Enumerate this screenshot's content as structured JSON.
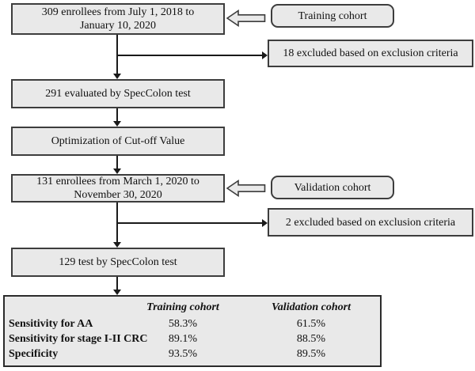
{
  "diagram": {
    "training_box": {
      "line1": "309 enrollees from July 1, 2018 to",
      "line2": "January 10, 2020"
    },
    "training_cohort_label": "Training cohort",
    "training_excluded": "18 excluded based on exclusion criteria",
    "evaluated_box": "291 evaluated by SpecColon test",
    "cutoff_box": "Optimization of Cut-off Value",
    "validation_box": {
      "line1": "131 enrollees from March 1, 2020 to",
      "line2": "November 30, 2020"
    },
    "validation_cohort_label": "Validation cohort",
    "validation_excluded": "2 excluded based on exclusion criteria",
    "test_box": "129 test by SpecColon test"
  },
  "results_table": {
    "columns": [
      "",
      "Training cohort",
      "Validation cohort"
    ],
    "rows": [
      {
        "label": "Sensitivity for AA",
        "training": "58.3%",
        "validation": "61.5%"
      },
      {
        "label": "Sensitivity for stage I-II CRC",
        "training": "89.1%",
        "validation": "88.5%"
      },
      {
        "label": "Specificity",
        "training": "93.5%",
        "validation": "89.5%"
      }
    ]
  },
  "colors": {
    "box_fill": "#e9e9e9",
    "box_border": "#3d3d3d",
    "line": "#1a1a1a",
    "text": "#111111",
    "background": "#ffffff"
  }
}
